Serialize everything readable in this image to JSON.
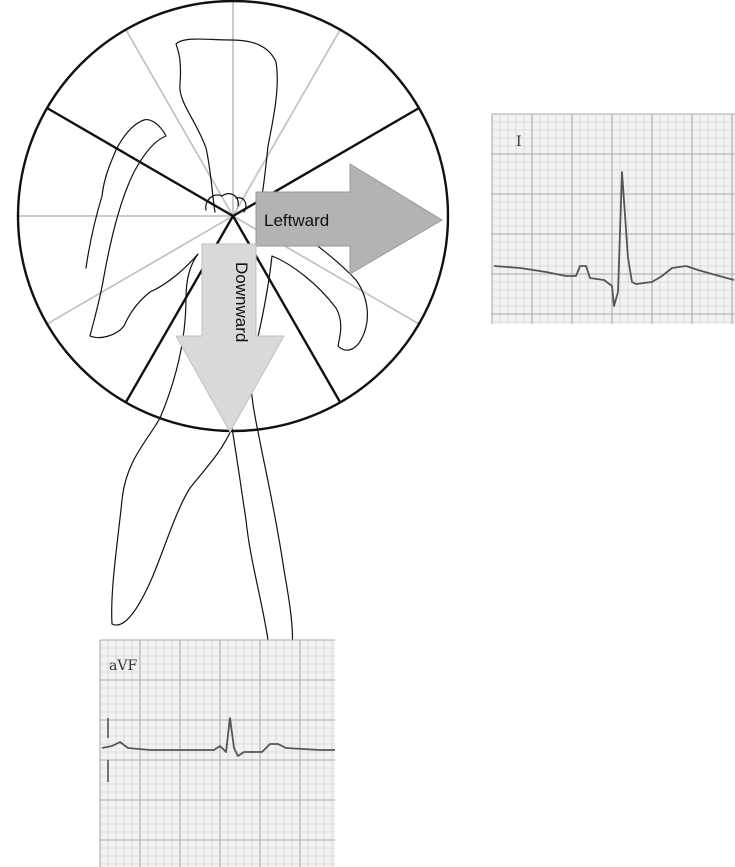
{
  "arrows": {
    "leftward": "Leftward",
    "downward": "Downward"
  },
  "leads": {
    "lead_i": "I",
    "lead_avf": "aVF"
  },
  "colors": {
    "leftward_arrow": "#b3b3b3",
    "downward_arrow": "#d9d9d9",
    "grid_paper": "#f2f2f2",
    "trace": "#555555"
  }
}
